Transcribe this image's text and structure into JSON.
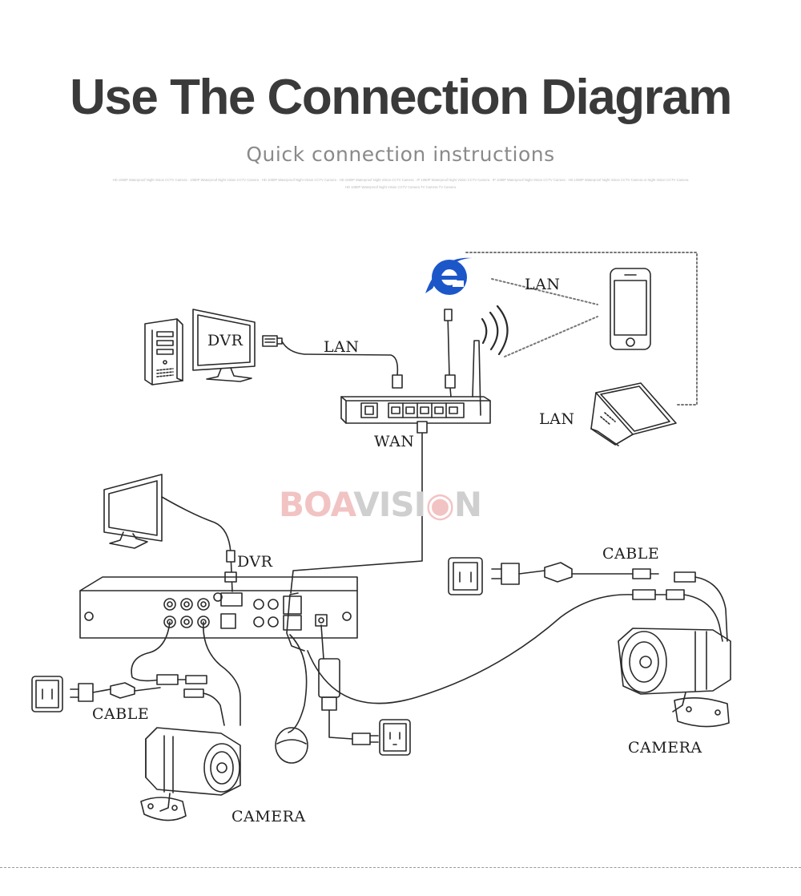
{
  "header": {
    "title": "Use The Connection Diagram",
    "subtitle": "Quick connection instructions",
    "fine_print": "HD 1080P Waterproof Night Vision CCTV Camera · 1080P Waterproof Night Vision CCTV Camera · HD 1080P Waterproof Night Vision CCTV Camera · HD 1080P Waterproof Night Vision CCTV Camera · IP 1080P Waterproof Night Vision CCTV Camera · IP 1080P Waterproof Night Vision CCTV Camera · HD 1080P Waterproof Night Vision CCTV Camera or Night Vision CCTV Camera HD 1080P Waterproof Night Vision CCTV Camera TV Camera TV Camera"
  },
  "watermark": {
    "part1": "BOA",
    "part2": "VISI",
    "part3": "N"
  },
  "diagram": {
    "labels": {
      "pc_monitor": "DVR",
      "lan_pc": "LAN",
      "lan_phone": "LAN",
      "lan_laptop": "LAN",
      "wan": "WAN",
      "dvr": "DVR",
      "cable_left": "CABLE",
      "cable_right": "CABLE",
      "camera_left": "CAMERA",
      "camera_right": "CAMERA"
    },
    "icons": [
      "pc-tower-icon",
      "monitor-icon",
      "ie-browser-icon",
      "router-icon",
      "smartphone-icon",
      "laptop-icon",
      "dvr-recorder-icon",
      "mouse-icon",
      "wall-socket-icon",
      "power-adapter-icon",
      "bullet-camera-icon"
    ],
    "colors": {
      "line": "#2a2a2a",
      "ie_blue": "#1c57c9",
      "brand_red": "#f2c3c3",
      "brand_gray": "#cfcfcf"
    }
  }
}
